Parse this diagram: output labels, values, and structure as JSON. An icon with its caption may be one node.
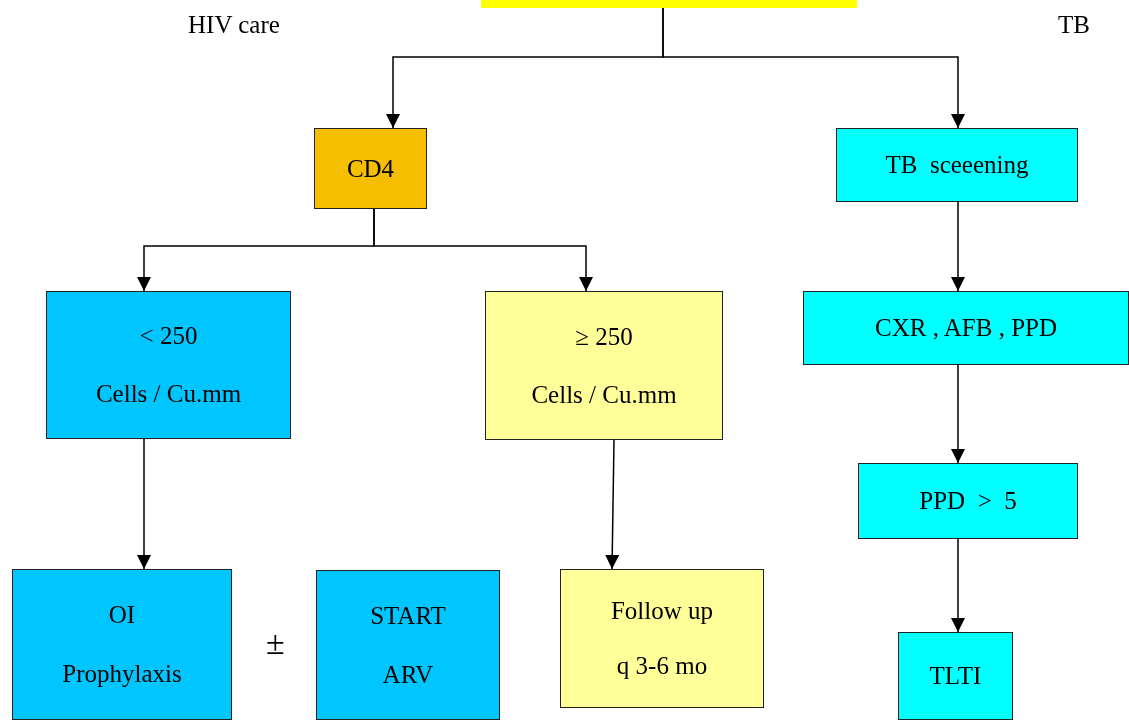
{
  "diagram": {
    "nodes": [
      {
        "text": [],
        "shape": "box"
      },
      {
        "text": [
          "CD4"
        ]
      },
      {
        "text": [
          "< 250",
          "Cells / Cu.mm"
        ]
      },
      {
        "text": [
          "≥ 250",
          "Cells / Cu.mm"
        ]
      },
      {
        "text": [
          "OI",
          "Prophylaxis"
        ]
      },
      {
        "text": [
          "START",
          "ARV"
        ]
      },
      {
        "text": [
          "Follow up",
          "q 3-6 mo"
        ]
      },
      {
        "text": [
          "TB  sceeening"
        ]
      },
      {
        "text": [
          "CXR , AFB , PPD"
        ]
      },
      {
        "text": [
          "PPD  >  5"
        ]
      },
      {
        "text": [
          "TLTI"
        ]
      }
    ],
    "edges": [
      {
        "from": 0,
        "to": 1,
        "arrow": "to"
      },
      {
        "from": 0,
        "to": 7,
        "arrow": "to"
      },
      {
        "from": 1,
        "to": 2,
        "arrow": "to"
      },
      {
        "from": 1,
        "to": 3,
        "arrow": "to"
      },
      {
        "from": 2,
        "to": 4,
        "arrow": "to"
      },
      {
        "from": 3,
        "to": 6,
        "arrow": "to"
      },
      {
        "from": 7,
        "to": 8,
        "arrow": "to"
      },
      {
        "from": 8,
        "to": 9,
        "arrow": "to"
      },
      {
        "from": 9,
        "to": 10,
        "arrow": "to"
      }
    ],
    "labels": [
      "HIV care",
      "TB",
      "±"
    ]
  }
}
